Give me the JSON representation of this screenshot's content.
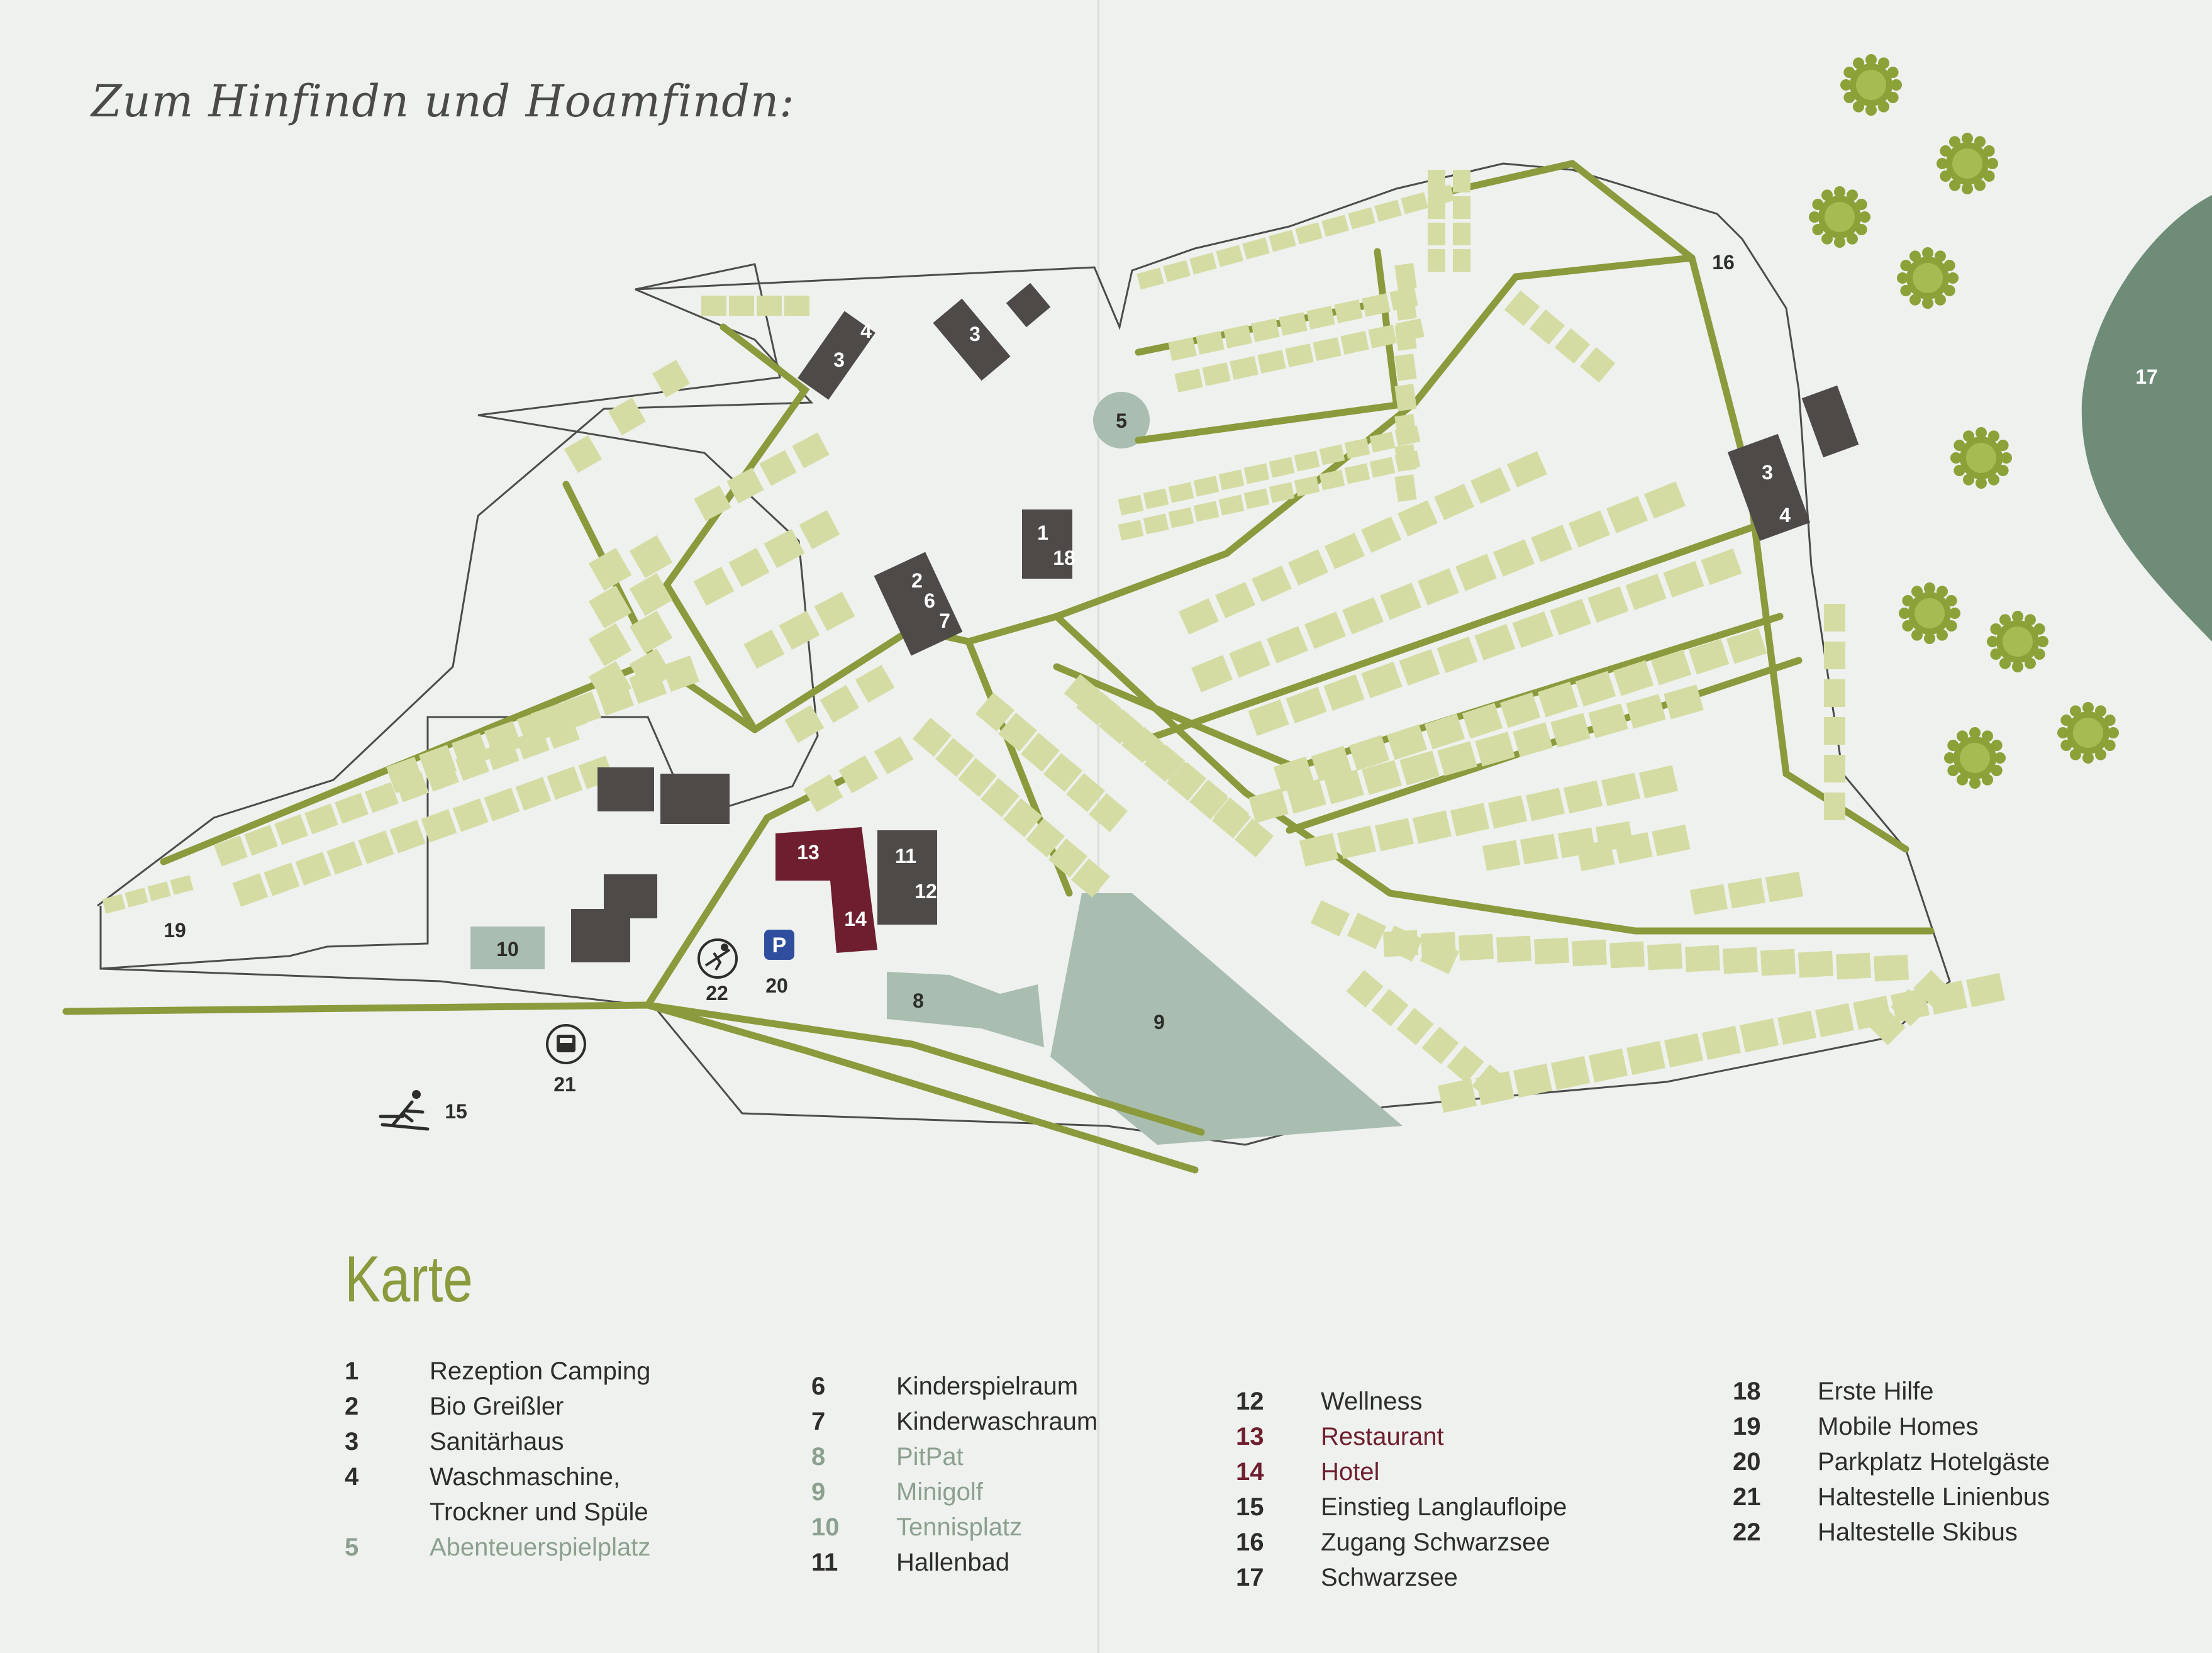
{
  "heading": "Zum Hinfindn und Hoamfindn:",
  "legend_title": "Karte",
  "colors": {
    "background": "#eef1ed",
    "path": "#8a9a3c",
    "pitch": "#d4dca3",
    "building": "#4e4a47",
    "hotel": "#6e1e2e",
    "lake": "#6f8c78",
    "light_area": "#a9bdb1",
    "tree": "#8aa238"
  },
  "map_labels": {
    "sanitar_a_3": "3",
    "sanitar_a_4": "4",
    "sanitar_b_3": "3",
    "playground_5": "5",
    "reception_1": "1",
    "reception_18": "18",
    "greissler_2": "2",
    "greissler_6": "6",
    "greissler_7": "7",
    "sanitar_c_3": "3",
    "sanitar_c_4": "4",
    "restaurant_13": "13",
    "hotel_14": "14",
    "pool_11": "11",
    "wellness_12": "12",
    "tennis_10": "10",
    "pitpat_8": "8",
    "minigolf_9": "9",
    "mobile_homes_19": "19",
    "parking_20": "20",
    "ski_bus_22": "22",
    "bus_stop_21": "21",
    "cross_country_15": "15",
    "access_16": "16",
    "lake_17": "17",
    "parking_symbol": "P"
  },
  "legend": [
    {
      "num": "1",
      "label": "Rezeption Camping",
      "style": "normal"
    },
    {
      "num": "2",
      "label": "Bio Greißler",
      "style": "normal"
    },
    {
      "num": "3",
      "label": "Sanitärhaus",
      "style": "normal"
    },
    {
      "num": "4",
      "label": "Waschmaschine,",
      "style": "normal"
    },
    {
      "num": "",
      "label": "Trockner und Spüle",
      "style": "normal"
    },
    {
      "num": "5",
      "label": "Abenteuerspielplatz",
      "style": "green"
    },
    {
      "num": "6",
      "label": "Kinderspielraum",
      "style": "normal"
    },
    {
      "num": "7",
      "label": "Kinderwaschraum",
      "style": "normal"
    },
    {
      "num": "8",
      "label": "PitPat",
      "style": "green"
    },
    {
      "num": "9",
      "label": "Minigolf",
      "style": "green"
    },
    {
      "num": "10",
      "label": "Tennisplatz",
      "style": "green"
    },
    {
      "num": "11",
      "label": "Hallenbad",
      "style": "normal"
    },
    {
      "num": "12",
      "label": "Wellness",
      "style": "normal"
    },
    {
      "num": "13",
      "label": "Restaurant",
      "style": "red"
    },
    {
      "num": "14",
      "label": "Hotel",
      "style": "red"
    },
    {
      "num": "15",
      "label": "Einstieg Langlaufloipe",
      "style": "normal"
    },
    {
      "num": "16",
      "label": "Zugang Schwarzsee",
      "style": "normal"
    },
    {
      "num": "17",
      "label": "Schwarzsee",
      "style": "normal"
    },
    {
      "num": "18",
      "label": "Erste Hilfe",
      "style": "normal"
    },
    {
      "num": "19",
      "label": "Mobile Homes",
      "style": "normal"
    },
    {
      "num": "20",
      "label": "Parkplatz Hotelgäste",
      "style": "normal"
    },
    {
      "num": "21",
      "label": "Haltestelle Linienbus",
      "style": "normal"
    },
    {
      "num": "22",
      "label": "Haltestelle Skibus",
      "style": "normal"
    }
  ]
}
